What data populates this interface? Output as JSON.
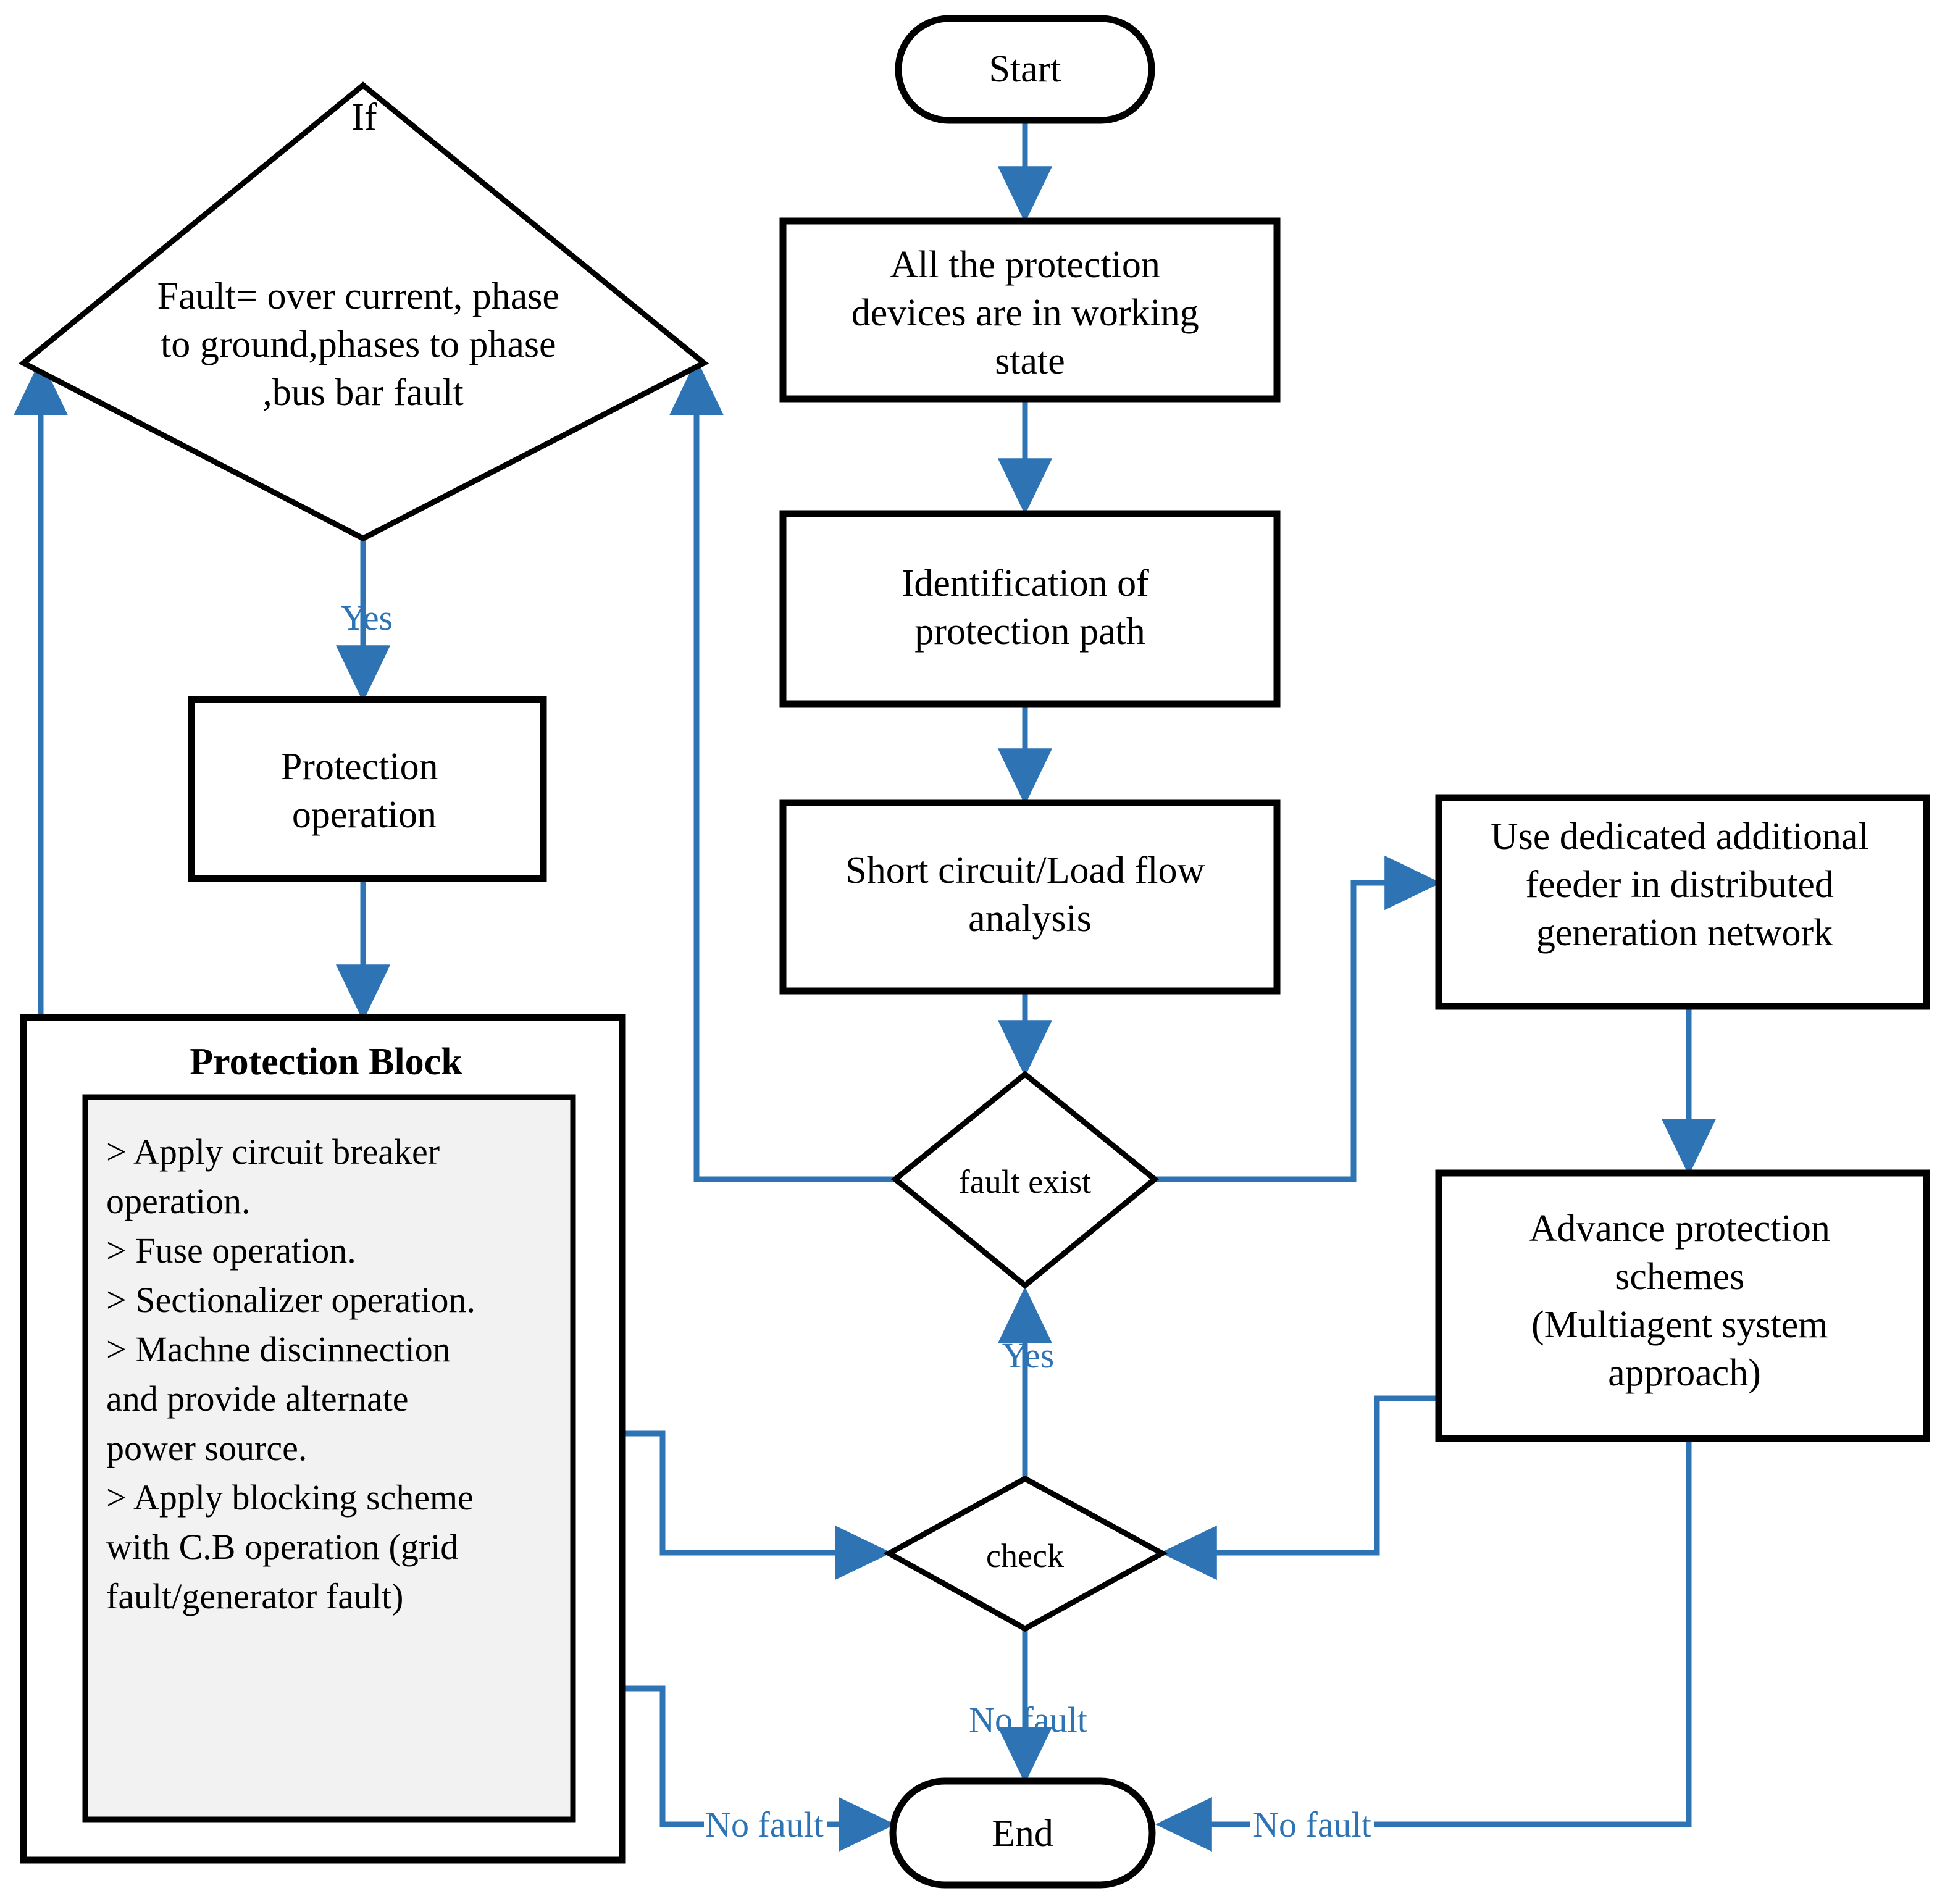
{
  "colors": {
    "arrow_blue": "#2E74B5",
    "shape_stroke": "#000000",
    "shape_fill": "#FFFFFF",
    "block_inner_fill": "#F2F2F2",
    "background": "#FFFFFF"
  },
  "nodes": {
    "start": {
      "label": "Start",
      "shape": "terminator"
    },
    "devices_working": {
      "lines": [
        "All the protection",
        "devices are in working",
        "state"
      ],
      "shape": "process"
    },
    "identification": {
      "lines": [
        "Identification of",
        "protection path"
      ],
      "shape": "process"
    },
    "analysis": {
      "lines": [
        "Short circuit/Load flow",
        "analysis"
      ],
      "shape": "process"
    },
    "fault_exist": {
      "label": "fault exist",
      "shape": "decision"
    },
    "if_fault": {
      "lines": [
        "If",
        "",
        "Fault= over current, phase",
        "to ground,phases to phase",
        ",bus bar fault"
      ],
      "shape": "decision"
    },
    "protection_operation": {
      "lines": [
        "Protection",
        "operation"
      ],
      "shape": "process"
    },
    "protection_block": {
      "title": "Protection Block",
      "shape": "container",
      "items": [
        "> Apply circuit breaker",
        "operation.",
        "> Fuse operation.",
        "",
        "> Sectionalizer operation.",
        "",
        "> Machne discinnection",
        "and provide alternate",
        "power source.",
        "",
        "> Apply blocking scheme",
        "with C.B operation (grid",
        "fault/generator fault)"
      ]
    },
    "dedicated_feeder": {
      "lines": [
        "Use dedicated additional",
        "feeder in distributed",
        "generation network"
      ],
      "shape": "process"
    },
    "advance_schemes": {
      "lines": [
        "Advance protection",
        "schemes",
        "(Multiagent system",
        "approach)"
      ],
      "shape": "process"
    },
    "check": {
      "label": "check",
      "shape": "decision"
    },
    "end": {
      "label": "End",
      "shape": "terminator"
    }
  },
  "edge_labels": {
    "yes_if": "Yes",
    "yes_fault_exist": "Yes",
    "no_fault_check": "No fault",
    "no_fault_left": "No fault",
    "no_fault_right": "No fault"
  },
  "edges": [
    {
      "from": "start",
      "to": "devices_working",
      "label": ""
    },
    {
      "from": "devices_working",
      "to": "identification",
      "label": ""
    },
    {
      "from": "identification",
      "to": "analysis",
      "label": ""
    },
    {
      "from": "analysis",
      "to": "fault_exist",
      "label": ""
    },
    {
      "from": "fault_exist",
      "to": "if_fault",
      "label": ""
    },
    {
      "from": "fault_exist",
      "to": "dedicated_feeder",
      "label": ""
    },
    {
      "from": "if_fault",
      "to": "protection_operation",
      "label": "Yes"
    },
    {
      "from": "protection_operation",
      "to": "protection_block",
      "label": ""
    },
    {
      "from": "protection_block",
      "to": "if_fault",
      "label": ""
    },
    {
      "from": "protection_block",
      "to": "check",
      "label": ""
    },
    {
      "from": "protection_block",
      "to": "end",
      "label": "No fault"
    },
    {
      "from": "dedicated_feeder",
      "to": "advance_schemes",
      "label": ""
    },
    {
      "from": "advance_schemes",
      "to": "check",
      "label": ""
    },
    {
      "from": "advance_schemes",
      "to": "end",
      "label": "No fault"
    },
    {
      "from": "check",
      "to": "fault_exist",
      "label": "Yes"
    },
    {
      "from": "check",
      "to": "end",
      "label": "No fault"
    }
  ]
}
